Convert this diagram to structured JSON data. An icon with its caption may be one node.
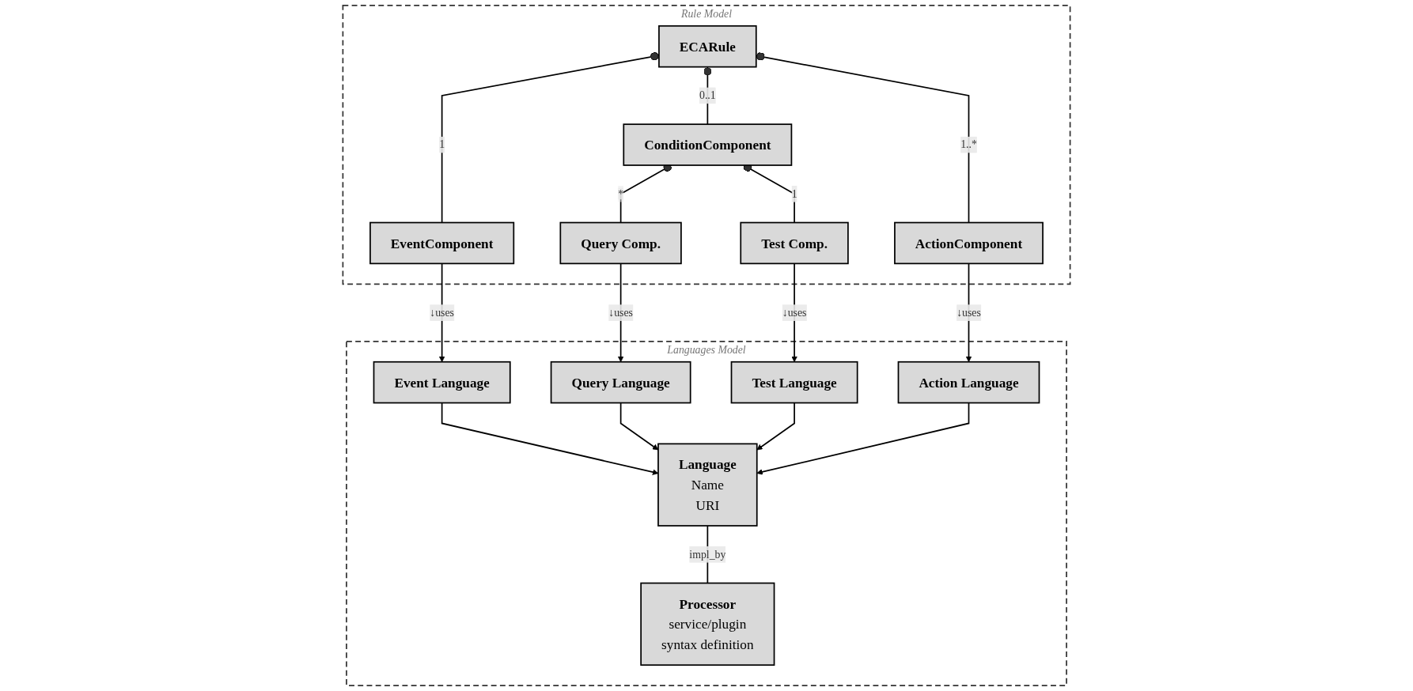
{
  "diagram": {
    "nodes": [
      {
        "text": [
          "Rule Model"
        ]
      },
      {
        "text": [
          "ECARule"
        ],
        "in": 0
      },
      {
        "text": [
          "EventComponent"
        ],
        "in": 0
      },
      {
        "text": [
          "ConditionComponent"
        ],
        "in": 0
      },
      {
        "text": [
          "ActionComponent"
        ],
        "in": 0
      },
      {
        "text": [
          "Query Comp."
        ],
        "in": 0
      },
      {
        "text": [
          "Test Comp."
        ],
        "in": 0
      },
      {
        "text": [
          "Languages Model"
        ]
      },
      {
        "text": [
          "Event Language"
        ],
        "in": 7
      },
      {
        "text": [
          "Query Language"
        ],
        "in": 7
      },
      {
        "text": [
          "Test Language"
        ],
        "in": 7
      },
      {
        "text": [
          "Action Language"
        ],
        "in": 7
      },
      {
        "text": [
          "Language",
          "Name",
          "URI"
        ],
        "in": 7
      },
      {
        "text": [
          "Processor",
          "service/plugin",
          "syntax definition"
        ],
        "in": 7
      }
    ],
    "edges": [
      {
        "from": 1,
        "to": 2,
        "arrow": "other",
        "label": "1"
      },
      {
        "from": 1,
        "to": 3,
        "arrow": "other",
        "label": "0..1"
      },
      {
        "from": 1,
        "to": 4,
        "arrow": "other",
        "label": "1..*"
      },
      {
        "from": 3,
        "to": 5,
        "arrow": "other",
        "label": "*"
      },
      {
        "from": 3,
        "to": 6,
        "arrow": "other",
        "label": "1"
      },
      {
        "from": 2,
        "to": 8,
        "arrow": "to",
        "label": "↓uses"
      },
      {
        "from": 5,
        "to": 9,
        "arrow": "to",
        "label": "↓uses"
      },
      {
        "from": 6,
        "to": 10,
        "arrow": "to",
        "label": "↓uses"
      },
      {
        "from": 4,
        "to": 11,
        "arrow": "to",
        "label": "↓uses"
      },
      {
        "from": 8,
        "to": 12,
        "arrow": "to"
      },
      {
        "from": 9,
        "to": 12,
        "arrow": "to"
      },
      {
        "from": 10,
        "to": 12,
        "arrow": "to"
      },
      {
        "from": 11,
        "to": 12,
        "arrow": "to"
      },
      {
        "from": 12,
        "to": 13,
        "arrow": "none",
        "label": "impl_by"
      }
    ]
  }
}
